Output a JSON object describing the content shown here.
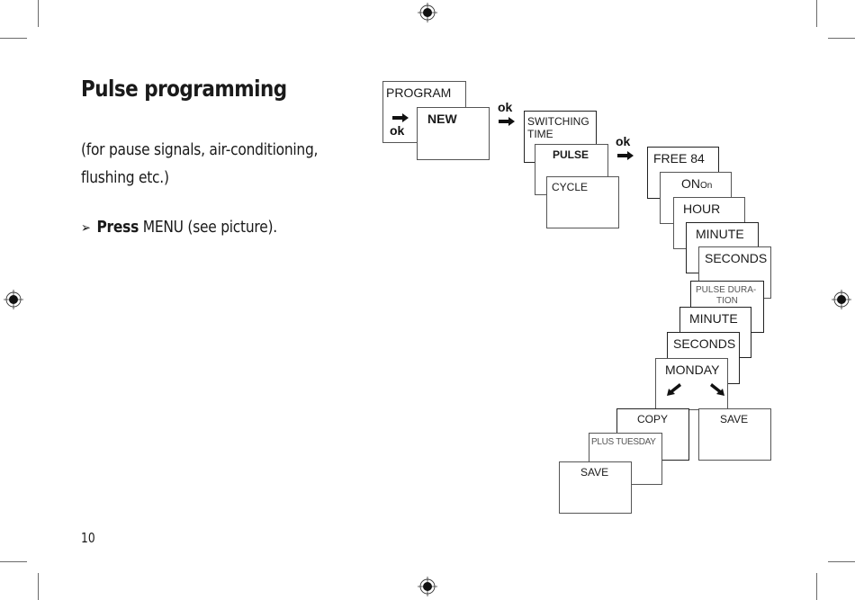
{
  "page": {
    "title": "Pulse programming",
    "intro_line1": "(for pause signals, air-conditioning,",
    "intro_line2": "flushing etc.)",
    "bullet_glyph": "➢",
    "bullet_bold": "Press",
    "bullet_rest": " MENU (see picture).",
    "page_number": "10"
  },
  "diagram": {
    "ok_label": "ok",
    "boxes": {
      "program": "PROGRAM",
      "new": "NEW",
      "switching_time_1": "SWITCHING",
      "switching_time_2": "TIME",
      "pulse": "PULSE",
      "cycle": "CYCLE",
      "free": "FREE 84",
      "on_big": "ON",
      "on_small": "On",
      "hour": "HOUR",
      "minute_1": "MINUTE",
      "seconds_1": "SECONDS",
      "pulse_duration_1": "PULSE DURA-",
      "pulse_duration_2": "TION",
      "minute_2": "MINUTE",
      "seconds_2": "SECONDS",
      "monday": "MONDAY",
      "copy": "COPY",
      "save_right": "SAVE",
      "plus_tuesday": "PLUS TUESDAY",
      "save_left": "SAVE"
    }
  }
}
